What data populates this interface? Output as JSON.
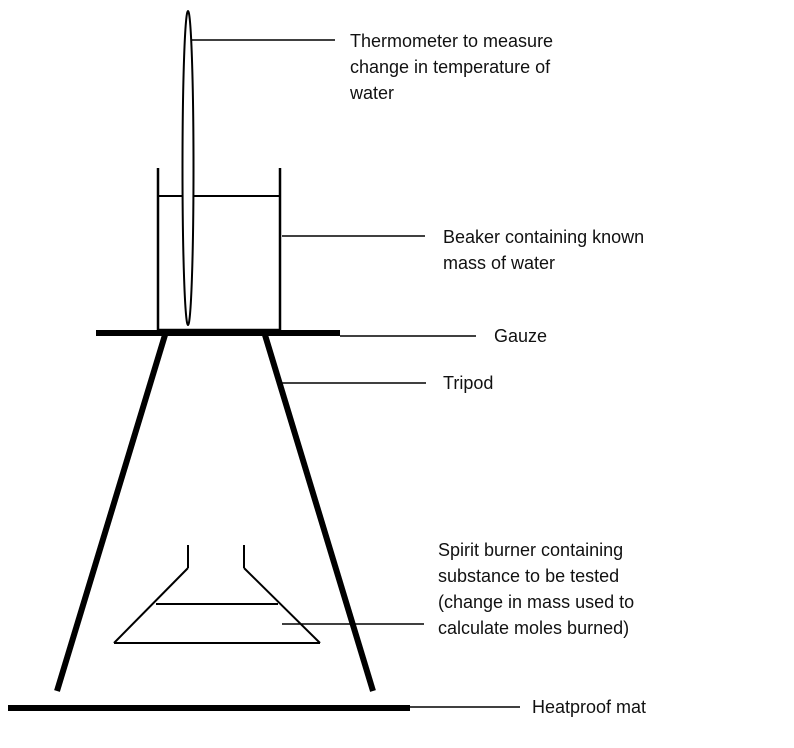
{
  "labels": {
    "thermometer": [
      "Thermometer to measure",
      "change in temperature of",
      "water"
    ],
    "beaker": [
      "Beaker containing known",
      "mass of water"
    ],
    "gauze": [
      "Gauze"
    ],
    "tripod": [
      "Tripod"
    ],
    "spirit_burner": [
      "Spirit burner containing",
      "substance to be tested",
      "(change in mass used to",
      "calculate moles burned)"
    ],
    "heatproof_mat": [
      "Heatproof mat"
    ]
  }
}
